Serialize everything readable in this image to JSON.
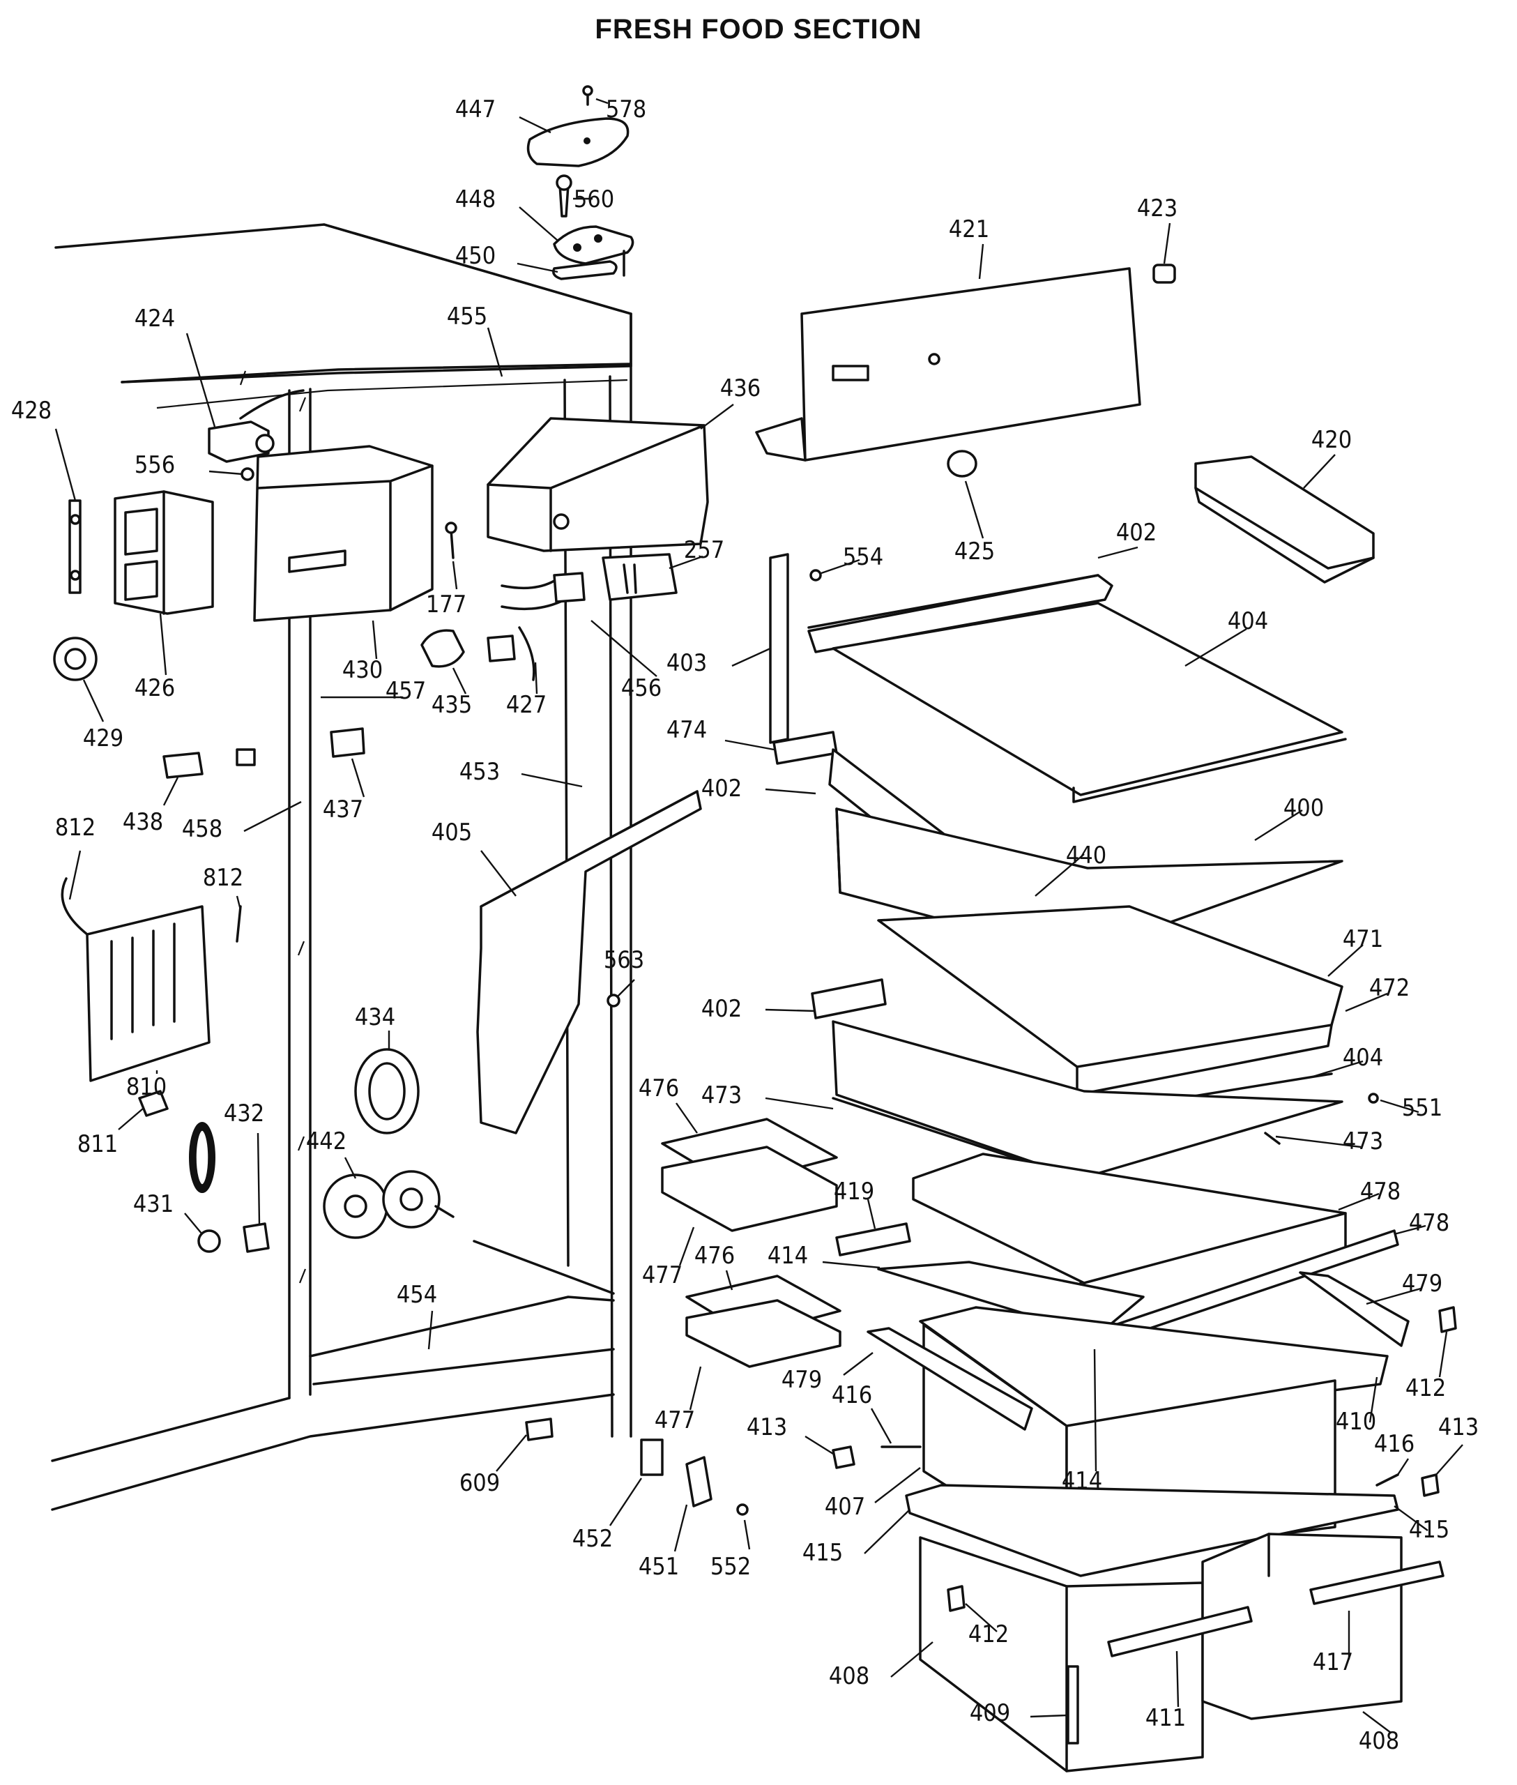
{
  "title": "FRESH FOOD SECTION",
  "callouts": [
    {
      "id": "c578",
      "text": "578"
    },
    {
      "id": "c447",
      "text": "447"
    },
    {
      "id": "c560",
      "text": "560"
    },
    {
      "id": "c448",
      "text": "448"
    },
    {
      "id": "c450",
      "text": "450"
    },
    {
      "id": "c421",
      "text": "421"
    },
    {
      "id": "c423",
      "text": "423"
    },
    {
      "id": "c424",
      "text": "424"
    },
    {
      "id": "c455",
      "text": "455"
    },
    {
      "id": "c428",
      "text": "428"
    },
    {
      "id": "c436",
      "text": "436"
    },
    {
      "id": "c420",
      "text": "420"
    },
    {
      "id": "c556",
      "text": "556"
    },
    {
      "id": "c425",
      "text": "425"
    },
    {
      "id": "c402a",
      "text": "402"
    },
    {
      "id": "c257",
      "text": "257"
    },
    {
      "id": "c554",
      "text": "554"
    },
    {
      "id": "c177",
      "text": "177"
    },
    {
      "id": "c404a",
      "text": "404"
    },
    {
      "id": "c426",
      "text": "426"
    },
    {
      "id": "c430",
      "text": "430"
    },
    {
      "id": "c456",
      "text": "456"
    },
    {
      "id": "c403",
      "text": "403"
    },
    {
      "id": "c457",
      "text": "457"
    },
    {
      "id": "c435",
      "text": "435"
    },
    {
      "id": "c427",
      "text": "427"
    },
    {
      "id": "c429",
      "text": "429"
    },
    {
      "id": "c474",
      "text": "474"
    },
    {
      "id": "c437",
      "text": "437"
    },
    {
      "id": "c453",
      "text": "453"
    },
    {
      "id": "c402b",
      "text": "402"
    },
    {
      "id": "c400",
      "text": "400"
    },
    {
      "id": "c438",
      "text": "438"
    },
    {
      "id": "c458",
      "text": "458"
    },
    {
      "id": "c812a",
      "text": "812"
    },
    {
      "id": "c405",
      "text": "405"
    },
    {
      "id": "c440",
      "text": "440"
    },
    {
      "id": "c812b",
      "text": "812"
    },
    {
      "id": "c471",
      "text": "471"
    },
    {
      "id": "c563",
      "text": "563"
    },
    {
      "id": "c472",
      "text": "472"
    },
    {
      "id": "c402c",
      "text": "402"
    },
    {
      "id": "c434",
      "text": "434"
    },
    {
      "id": "c404b",
      "text": "404"
    },
    {
      "id": "c810",
      "text": "810"
    },
    {
      "id": "c476a",
      "text": "476"
    },
    {
      "id": "c473a",
      "text": "473"
    },
    {
      "id": "c551",
      "text": "551"
    },
    {
      "id": "c811",
      "text": "811"
    },
    {
      "id": "c432",
      "text": "432"
    },
    {
      "id": "c473b",
      "text": "473"
    },
    {
      "id": "c442",
      "text": "442"
    },
    {
      "id": "c478a",
      "text": "478"
    },
    {
      "id": "c419",
      "text": "419"
    },
    {
      "id": "c478b",
      "text": "478"
    },
    {
      "id": "c431",
      "text": "431"
    },
    {
      "id": "c477a",
      "text": "477"
    },
    {
      "id": "c476b",
      "text": "476"
    },
    {
      "id": "c414a",
      "text": "414"
    },
    {
      "id": "c479a",
      "text": "479"
    },
    {
      "id": "c454",
      "text": "454"
    },
    {
      "id": "c412a",
      "text": "412"
    },
    {
      "id": "c479b",
      "text": "479"
    },
    {
      "id": "c416a",
      "text": "416"
    },
    {
      "id": "c477b",
      "text": "477"
    },
    {
      "id": "c410",
      "text": "410"
    },
    {
      "id": "c413a",
      "text": "413"
    },
    {
      "id": "c416b",
      "text": "416"
    },
    {
      "id": "c413b",
      "text": "413"
    },
    {
      "id": "c414b",
      "text": "414"
    },
    {
      "id": "c609",
      "text": "609"
    },
    {
      "id": "c407",
      "text": "407"
    },
    {
      "id": "c452",
      "text": "452"
    },
    {
      "id": "c451",
      "text": "451"
    },
    {
      "id": "c552",
      "text": "552"
    },
    {
      "id": "c415a",
      "text": "415"
    },
    {
      "id": "c415b",
      "text": "415"
    },
    {
      "id": "c412b",
      "text": "412"
    },
    {
      "id": "c417",
      "text": "417"
    },
    {
      "id": "c408a",
      "text": "408"
    },
    {
      "id": "c409",
      "text": "409"
    },
    {
      "id": "c411",
      "text": "411"
    },
    {
      "id": "c408b",
      "text": "408"
    }
  ]
}
